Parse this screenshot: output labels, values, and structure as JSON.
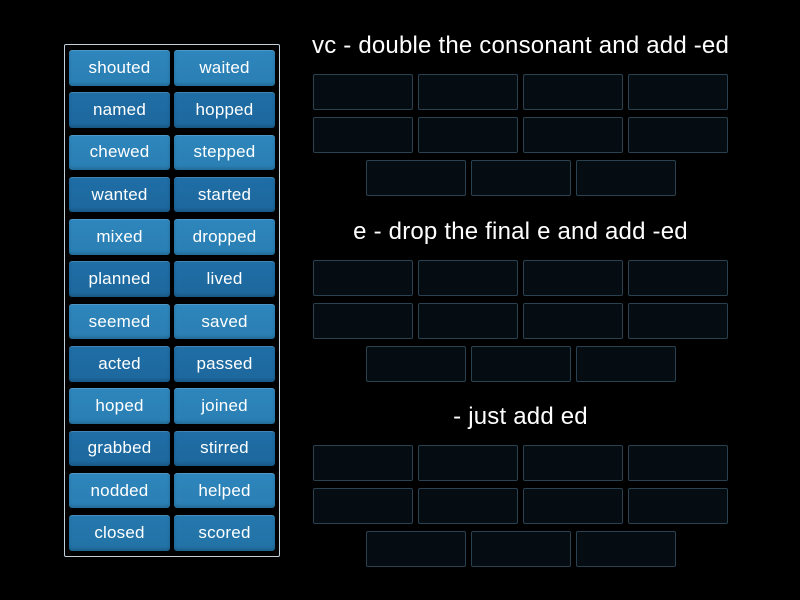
{
  "word_bank": {
    "tiles": [
      {
        "label": "shouted",
        "tone": "light"
      },
      {
        "label": "waited",
        "tone": "light"
      },
      {
        "label": "named",
        "tone": "dark"
      },
      {
        "label": "hopped",
        "tone": "dark"
      },
      {
        "label": "chewed",
        "tone": "light"
      },
      {
        "label": "stepped",
        "tone": "light"
      },
      {
        "label": "wanted",
        "tone": "dark"
      },
      {
        "label": "started",
        "tone": "dark"
      },
      {
        "label": "mixed",
        "tone": "light"
      },
      {
        "label": "dropped",
        "tone": "light"
      },
      {
        "label": "planned",
        "tone": "dark"
      },
      {
        "label": "lived",
        "tone": "dark"
      },
      {
        "label": "seemed",
        "tone": "light"
      },
      {
        "label": "saved",
        "tone": "light"
      },
      {
        "label": "acted",
        "tone": "dark"
      },
      {
        "label": "passed",
        "tone": "dark"
      },
      {
        "label": "hoped",
        "tone": "light"
      },
      {
        "label": "joined",
        "tone": "light"
      },
      {
        "label": "grabbed",
        "tone": "dark"
      },
      {
        "label": "stirred",
        "tone": "dark"
      },
      {
        "label": "nodded",
        "tone": "light"
      },
      {
        "label": "helped",
        "tone": "light"
      },
      {
        "label": "closed",
        "tone": "mid"
      },
      {
        "label": "scored",
        "tone": "mid"
      }
    ]
  },
  "groups": [
    {
      "title": "vc - double the consonant and add -ed",
      "slot_rows": [
        4,
        4,
        3
      ]
    },
    {
      "title": "e - drop the final e and add -ed",
      "slot_rows": [
        4,
        4,
        3
      ]
    },
    {
      "title": "- just add ed",
      "slot_rows": [
        4,
        4,
        3
      ]
    }
  ],
  "colors": {
    "tile_light": "#2e86bc",
    "tile_mid": "#2578ad",
    "tile_dark": "#1f6ea6",
    "tile_text": "#ffffff",
    "bank_border": "#c2d0da",
    "slot_border": "#2a4150",
    "slot_fill": "#060d12",
    "title_text": "#ffffff",
    "background": "#000000"
  }
}
